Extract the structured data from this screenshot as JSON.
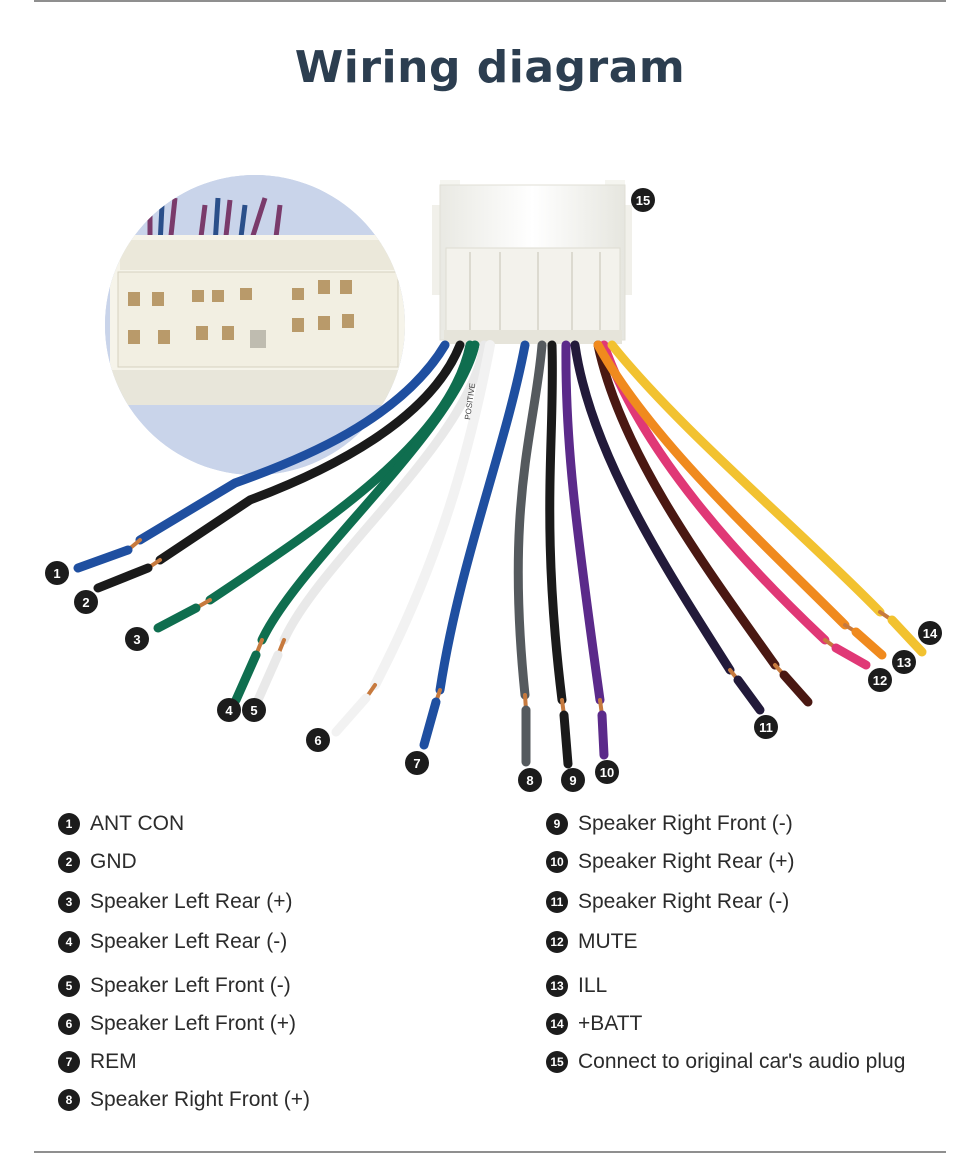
{
  "title": "Wiring diagram",
  "wire_print": "POSITIVE",
  "badges": [
    "1",
    "2",
    "3",
    "4",
    "5",
    "6",
    "7",
    "8",
    "9",
    "10",
    "11",
    "12",
    "13",
    "14",
    "15"
  ],
  "legend": [
    {
      "num": "1",
      "label": "ANT CON"
    },
    {
      "num": "2",
      "label": "GND"
    },
    {
      "num": "3",
      "label": "Speaker Left Rear (+)"
    },
    {
      "num": "4",
      "label": "Speaker Left Rear (-)"
    },
    {
      "num": "5",
      "label": "Speaker Left Front (-)"
    },
    {
      "num": "6",
      "label": "Speaker Left Front (+)"
    },
    {
      "num": "7",
      "label": "REM"
    },
    {
      "num": "8",
      "label": "Speaker Right Front (+)"
    },
    {
      "num": "9",
      "label": "Speaker Right Front (-)"
    },
    {
      "num": "10",
      "label": "Speaker Right Rear (+)"
    },
    {
      "num": "11",
      "label": "Speaker Right Rear (-)"
    },
    {
      "num": "12",
      "label": "MUTE"
    },
    {
      "num": "13",
      "label": "ILL"
    },
    {
      "num": "14",
      "label": "+BATT"
    },
    {
      "num": "15",
      "label": "Connect to original car's audio plug"
    }
  ],
  "wire_colors": {
    "ant": "#1f4fa0",
    "gnd": "#1a1a1a",
    "green": "#0f6e4f",
    "white": "#f4f4f4",
    "rem": "#1f4fa0",
    "gray": "#555a5e",
    "black": "#1a1a1a",
    "purple": "#5b2a8a",
    "navy": "#221a3a",
    "brown": "#4a1812",
    "pink": "#e03876",
    "orange": "#f08a1e",
    "yellow": "#f2c230"
  }
}
